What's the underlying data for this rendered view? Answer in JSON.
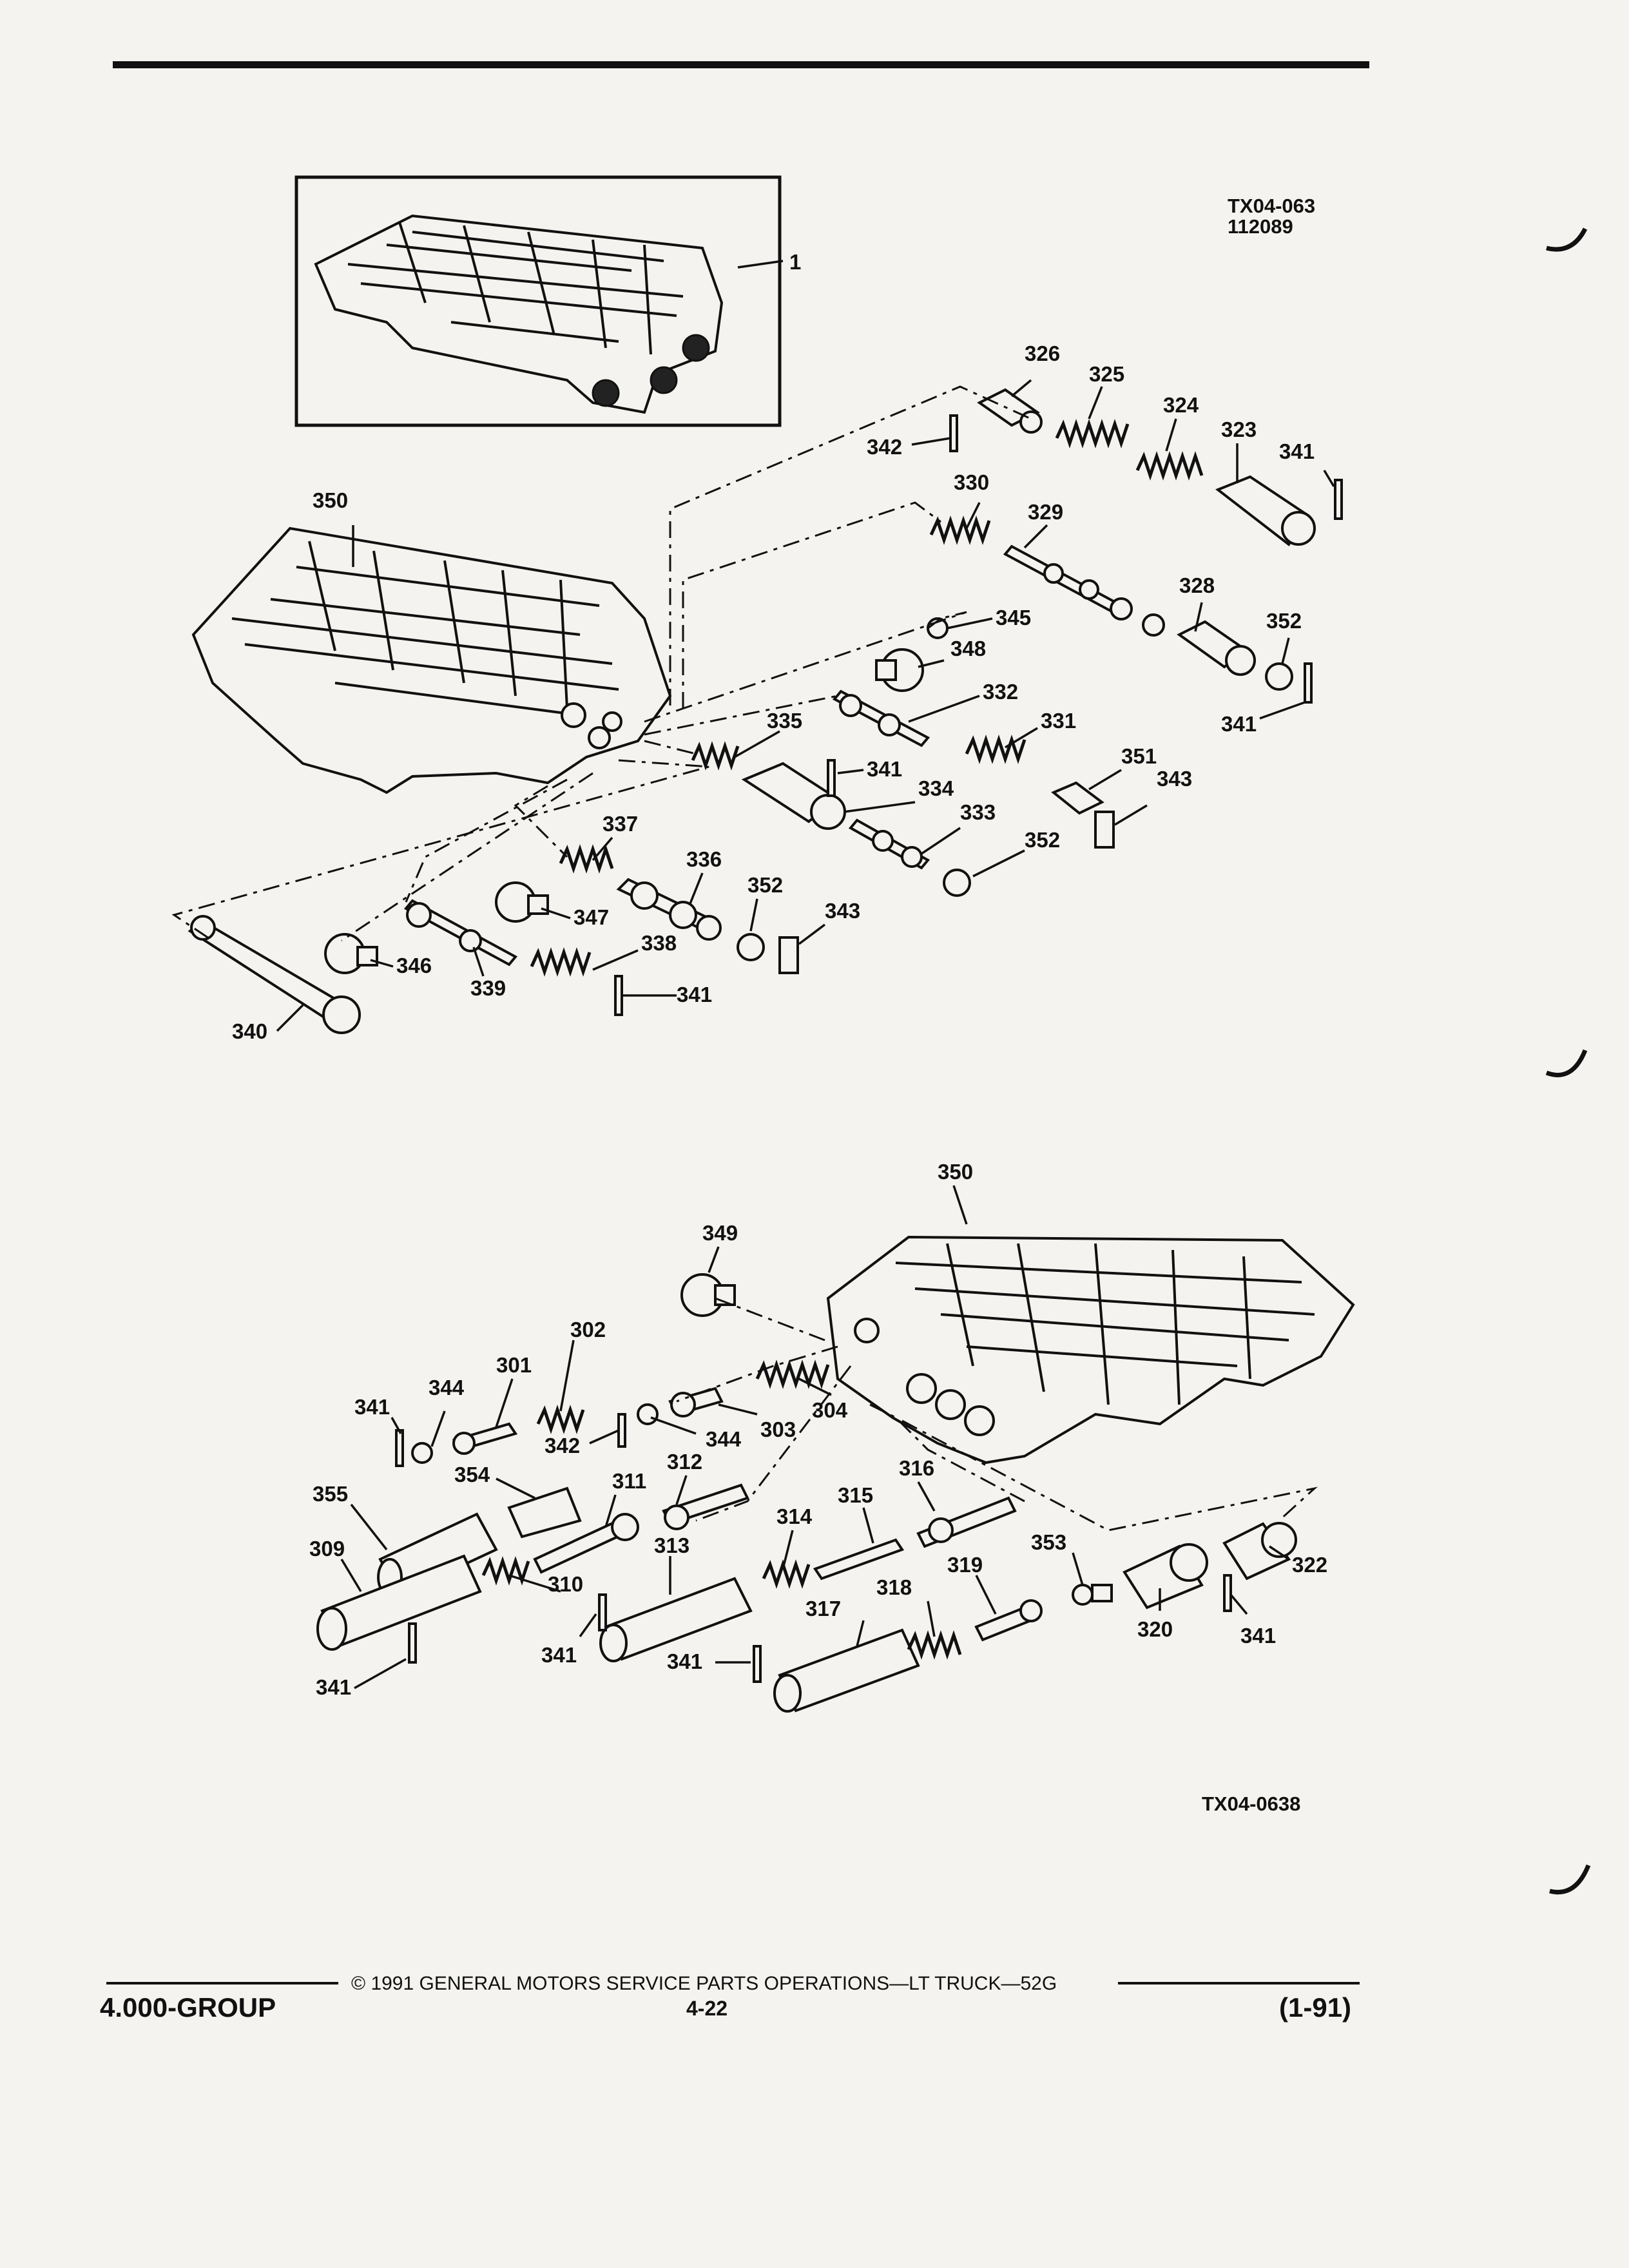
{
  "figure": {
    "codes": {
      "top_code": "TX04-063",
      "top_date": "112089",
      "bottom_code": "TX04-0638"
    },
    "callouts": [
      {
        "id": "c1",
        "text": "1"
      },
      {
        "id": "c326",
        "text": "326"
      },
      {
        "id": "c325",
        "text": "325"
      },
      {
        "id": "c324",
        "text": "324"
      },
      {
        "id": "c323",
        "text": "323"
      },
      {
        "id": "c341a",
        "text": "341"
      },
      {
        "id": "c342a",
        "text": "342"
      },
      {
        "id": "c330",
        "text": "330"
      },
      {
        "id": "c329",
        "text": "329"
      },
      {
        "id": "c350a",
        "text": "350"
      },
      {
        "id": "c328",
        "text": "328"
      },
      {
        "id": "c352a",
        "text": "352"
      },
      {
        "id": "c345",
        "text": "345"
      },
      {
        "id": "c348",
        "text": "348"
      },
      {
        "id": "c332",
        "text": "332"
      },
      {
        "id": "c341b",
        "text": "341"
      },
      {
        "id": "c335",
        "text": "335"
      },
      {
        "id": "c331",
        "text": "331"
      },
      {
        "id": "c341c",
        "text": "341"
      },
      {
        "id": "c351",
        "text": "351"
      },
      {
        "id": "c343a",
        "text": "343"
      },
      {
        "id": "c334",
        "text": "334"
      },
      {
        "id": "c333",
        "text": "333"
      },
      {
        "id": "c352b",
        "text": "352"
      },
      {
        "id": "c337",
        "text": "337"
      },
      {
        "id": "c336",
        "text": "336"
      },
      {
        "id": "c352c",
        "text": "352"
      },
      {
        "id": "c343b",
        "text": "343"
      },
      {
        "id": "c347",
        "text": "347"
      },
      {
        "id": "c338",
        "text": "338"
      },
      {
        "id": "c346",
        "text": "346"
      },
      {
        "id": "c339",
        "text": "339"
      },
      {
        "id": "c341d",
        "text": "341"
      },
      {
        "id": "c340",
        "text": "340"
      },
      {
        "id": "c350b",
        "text": "350"
      },
      {
        "id": "c349",
        "text": "349"
      },
      {
        "id": "c302",
        "text": "302"
      },
      {
        "id": "c301",
        "text": "301"
      },
      {
        "id": "c344a",
        "text": "344"
      },
      {
        "id": "c341e",
        "text": "341"
      },
      {
        "id": "c304",
        "text": "304"
      },
      {
        "id": "c303",
        "text": "303"
      },
      {
        "id": "c342b",
        "text": "342"
      },
      {
        "id": "c344b",
        "text": "344"
      },
      {
        "id": "c354",
        "text": "354"
      },
      {
        "id": "c311",
        "text": "311"
      },
      {
        "id": "c312",
        "text": "312"
      },
      {
        "id": "c355",
        "text": "355"
      },
      {
        "id": "c316",
        "text": "316"
      },
      {
        "id": "c315",
        "text": "315"
      },
      {
        "id": "c314",
        "text": "314"
      },
      {
        "id": "c309",
        "text": "309"
      },
      {
        "id": "c313",
        "text": "313"
      },
      {
        "id": "c353",
        "text": "353"
      },
      {
        "id": "c319",
        "text": "319"
      },
      {
        "id": "c322",
        "text": "322"
      },
      {
        "id": "c310",
        "text": "310"
      },
      {
        "id": "c318",
        "text": "318"
      },
      {
        "id": "c317",
        "text": "317"
      },
      {
        "id": "c320",
        "text": "320"
      },
      {
        "id": "c341f",
        "text": "341"
      },
      {
        "id": "c341g",
        "text": "341"
      },
      {
        "id": "c341h",
        "text": "341"
      },
      {
        "id": "c341i",
        "text": "341"
      }
    ]
  },
  "footer": {
    "group": "4.000-GROUP",
    "copyright": "© 1991 GENERAL MOTORS SERVICE PARTS OPERATIONS—LT TRUCK—52G",
    "page_number": "4-22",
    "revision": "(1-91)"
  }
}
